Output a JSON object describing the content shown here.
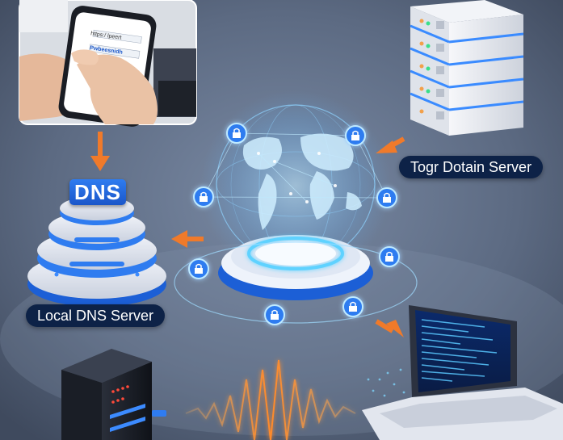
{
  "labels": {
    "remote_server": "Togr Dotain Server",
    "local_server": "Local DNS Server",
    "dns_badge": "DNS"
  },
  "phone": {
    "field_1": "https:/ lpeert",
    "field_2": "Pwbeesnidh"
  },
  "icons": [
    "hand-phone-photo",
    "server-rack-icon",
    "globe-icon",
    "lock-icon",
    "stacked-dns-server-icon",
    "tower-pc-icon",
    "laptop-icon",
    "arrow-icon",
    "signal-wave-icon"
  ],
  "colors": {
    "background": "#5d6b83",
    "accent_orange": "#f07a2a",
    "accent_blue": "#3c8bff",
    "glow_cyan": "#7fd8ff",
    "label_navy": "#0d2247"
  }
}
